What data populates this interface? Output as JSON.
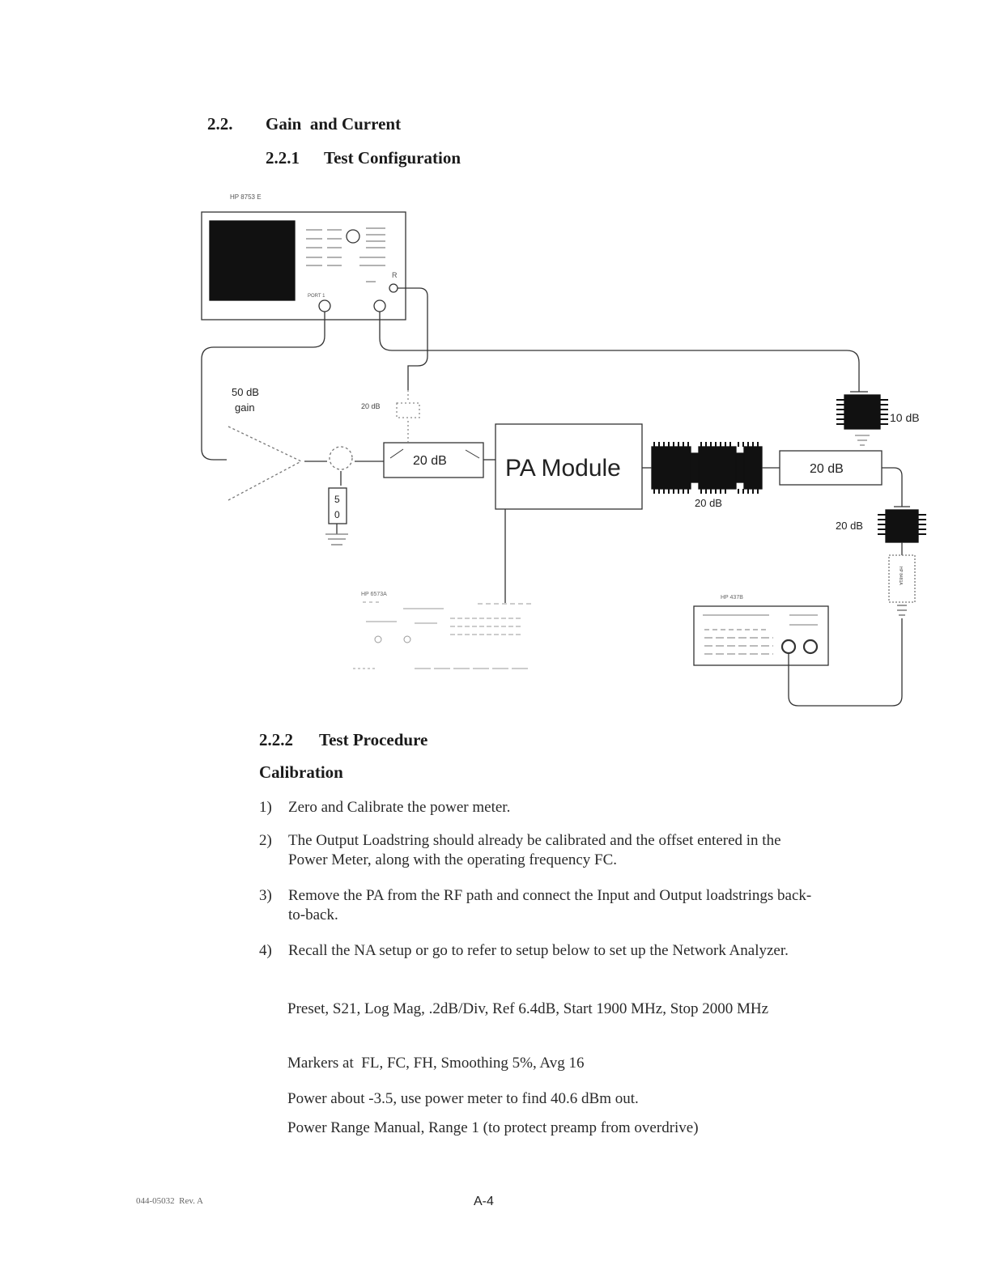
{
  "section": {
    "number": "2.2.",
    "title": "Gain  and Current"
  },
  "subsection_config": {
    "number": "2.2.1",
    "title": "Test Configuration"
  },
  "diagram": {
    "network_analyzer_label": "HP 8753 E",
    "port1_label": "PORT 1",
    "r_label": "R",
    "gain_label_1": "50 dB",
    "gain_label_2": "gain",
    "att_20db_small": "20 dB",
    "att_20db_box": "20 dB",
    "pa_module": "PA Module",
    "term_5": "5",
    "term_0": "0",
    "att_20db_right_box": "20 dB",
    "att_20db_under": "20 dB",
    "att_10db": "10 dB",
    "att_20db_sensor": "20 dB",
    "power_supply_label": "HP 6573A",
    "power_meter_label": "HP 437B",
    "sensor_label": "HP 8481A"
  },
  "subsection_procedure": {
    "number": "2.2.2",
    "title": "Test Procedure"
  },
  "calibration_heading": "Calibration",
  "steps": [
    {
      "num": "1)",
      "text": "Zero and Calibrate the power meter."
    },
    {
      "num": "2)",
      "text": "The Output Loadstring should already be calibrated and the offset entered in the Power Meter, along with the operating frequency FC."
    },
    {
      "num": "3)",
      "text": "Remove the PA from the RF path and connect the Input and Output loadstrings back-to-back."
    },
    {
      "num": "4)",
      "text": "Recall the NA setup or go to refer to setup below to set up the Network Analyzer."
    }
  ],
  "setup_lines": [
    "Preset, S21, Log Mag, .2dB/Div, Ref 6.4dB, Start 1900 MHz, Stop 2000 MHz",
    "Markers at  FL, FC, FH, Smoothing 5%, Avg 16",
    "Power about -3.5, use power meter to find 40.6 dBm out.",
    "Power Range Manual, Range 1 (to protect preamp from overdrive)"
  ],
  "footer": {
    "doc_number": "044-05032  Rev. A",
    "page": "A-4"
  }
}
